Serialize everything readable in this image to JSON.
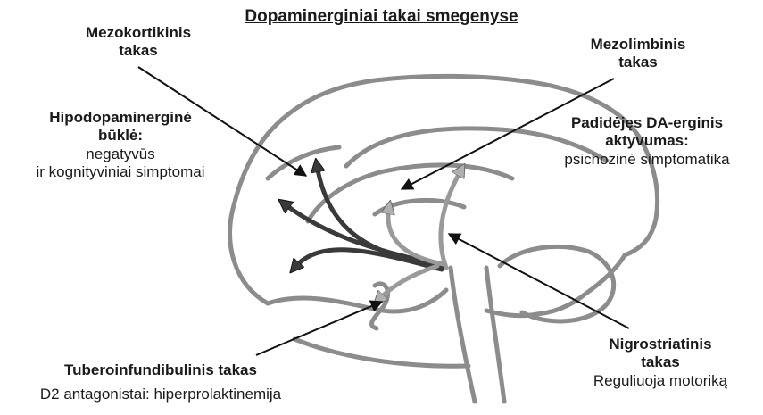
{
  "title": "Dopaminerginiai takai smegenyse",
  "labels": {
    "mezokortikinis": [
      "Mezokortikinis",
      "takas"
    ],
    "mezolimbinis": [
      "Mezolimbinis",
      "takas"
    ],
    "hipodopaminergine": {
      "heading": [
        "Hipodopaminerginė",
        "būklė:"
      ],
      "body": [
        "negatyvūs",
        "ir kognityviniai simptomai"
      ]
    },
    "padidejes": {
      "heading": [
        "Padidėjęs DA-erginis",
        "aktyvumas:"
      ],
      "body": [
        "psichozinė simptomatika"
      ]
    },
    "tuberoinfundibulinis": {
      "heading": "Tuberoinfundibulinis takas",
      "body": "D2 antagonistai: hiperprolaktinemija"
    },
    "nigrostriatinis": {
      "heading": [
        "Nigrostriatinis",
        "takas"
      ],
      "body": "Reguliuoja motoriką"
    }
  },
  "colors": {
    "brain_outline": "#8c8c8c",
    "pathway_dark": "#3a3a3a",
    "pathway_light": "#9a9a9a",
    "pointer": "#111111",
    "text": "#1a1a1a"
  }
}
